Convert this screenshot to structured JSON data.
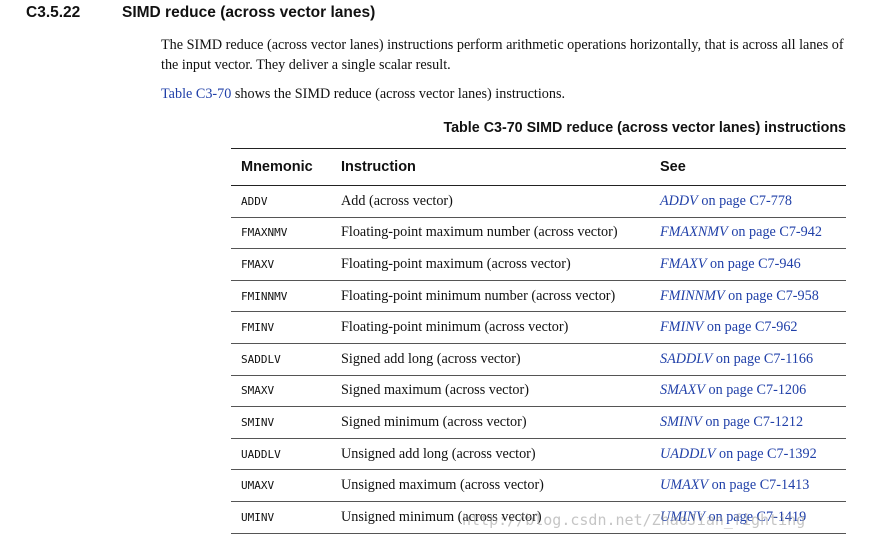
{
  "section": {
    "number": "C3.5.22",
    "title": "SIMD reduce (across vector lanes)"
  },
  "intro": {
    "paragraph1": "The SIMD reduce (across vector lanes) instructions perform arithmetic operations horizontally, that is across all lanes of the input vector. They deliver a single scalar result.",
    "table_ref_link": "Table C3-70",
    "table_ref_rest": " shows the SIMD reduce (across vector lanes) instructions."
  },
  "table": {
    "caption": "Table C3-70 SIMD reduce (across vector lanes) instructions",
    "headers": [
      "Mnemonic",
      "Instruction",
      "See"
    ],
    "rows": [
      {
        "mnemonic": "ADDV",
        "instruction": "Add (across vector)",
        "see_name": "ADDV",
        "see_page": " on page C7-778"
      },
      {
        "mnemonic": "FMAXNMV",
        "instruction": "Floating-point maximum number (across vector)",
        "see_name": "FMAXNMV",
        "see_page": " on page C7-942"
      },
      {
        "mnemonic": "FMAXV",
        "instruction": "Floating-point maximum (across vector)",
        "see_name": "FMAXV",
        "see_page": " on page C7-946"
      },
      {
        "mnemonic": "FMINNMV",
        "instruction": "Floating-point minimum number (across vector)",
        "see_name": "FMINNMV",
        "see_page": " on page C7-958"
      },
      {
        "mnemonic": "FMINV",
        "instruction": "Floating-point minimum (across vector)",
        "see_name": "FMINV",
        "see_page": " on page C7-962"
      },
      {
        "mnemonic": "SADDLV",
        "instruction": "Signed add long (across vector)",
        "see_name": "SADDLV",
        "see_page": " on page C7-1166"
      },
      {
        "mnemonic": "SMAXV",
        "instruction": "Signed maximum (across vector)",
        "see_name": "SMAXV",
        "see_page": " on page C7-1206"
      },
      {
        "mnemonic": "SMINV",
        "instruction": "Signed minimum (across vector)",
        "see_name": "SMINV",
        "see_page": " on page C7-1212"
      },
      {
        "mnemonic": "UADDLV",
        "instruction": "Unsigned add long (across vector)",
        "see_name": "UADDLV",
        "see_page": " on page C7-1392"
      },
      {
        "mnemonic": "UMAXV",
        "instruction": "Unsigned maximum (across vector)",
        "see_name": "UMAXV",
        "see_page": " on page C7-1413"
      },
      {
        "mnemonic": "UMINV",
        "instruction": "Unsigned minimum (across vector)",
        "see_name": "UMINV",
        "see_page": " on page C7-1419"
      }
    ]
  },
  "watermark": "http://blog.csdn.net/ZhaoJian_fighting",
  "colors": {
    "link": "#1f3fa8",
    "text": "#111111",
    "rule": "#222222"
  }
}
